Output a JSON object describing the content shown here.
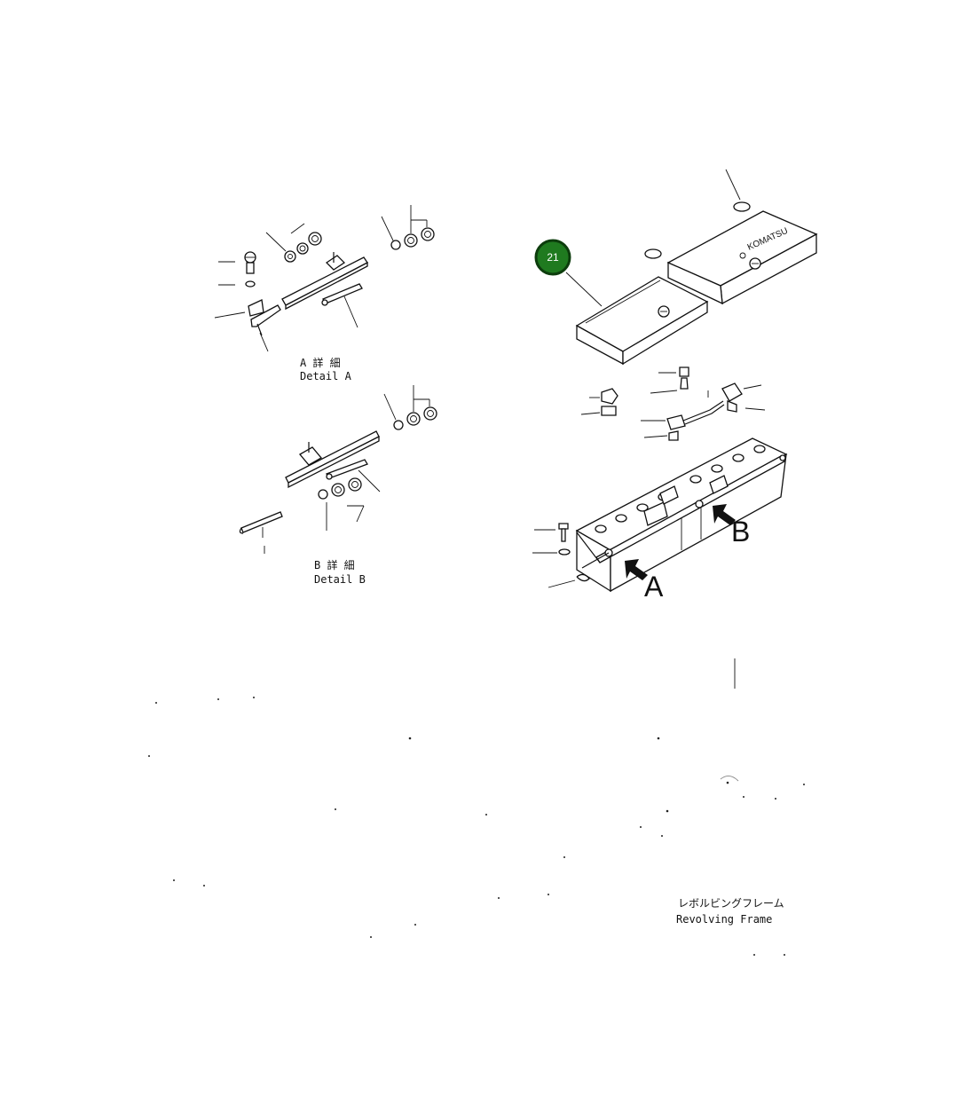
{
  "callouts": [
    {
      "number": "21",
      "color": "#1f7a1f",
      "border": "#0d3d0d"
    }
  ],
  "labels": {
    "detail_a_jp": "A 詳 細",
    "detail_a_en": "Detail A",
    "detail_b_jp": "B 詳 細",
    "detail_b_en": "Detail B",
    "arrow_a": "A",
    "arrow_b": "B",
    "frame_jp": "レボルビングフレーム",
    "frame_en": "Revolving Frame",
    "cover_logo": "KOMATSU"
  },
  "icons": [
    "arrow-a-icon",
    "arrow-b-icon"
  ]
}
